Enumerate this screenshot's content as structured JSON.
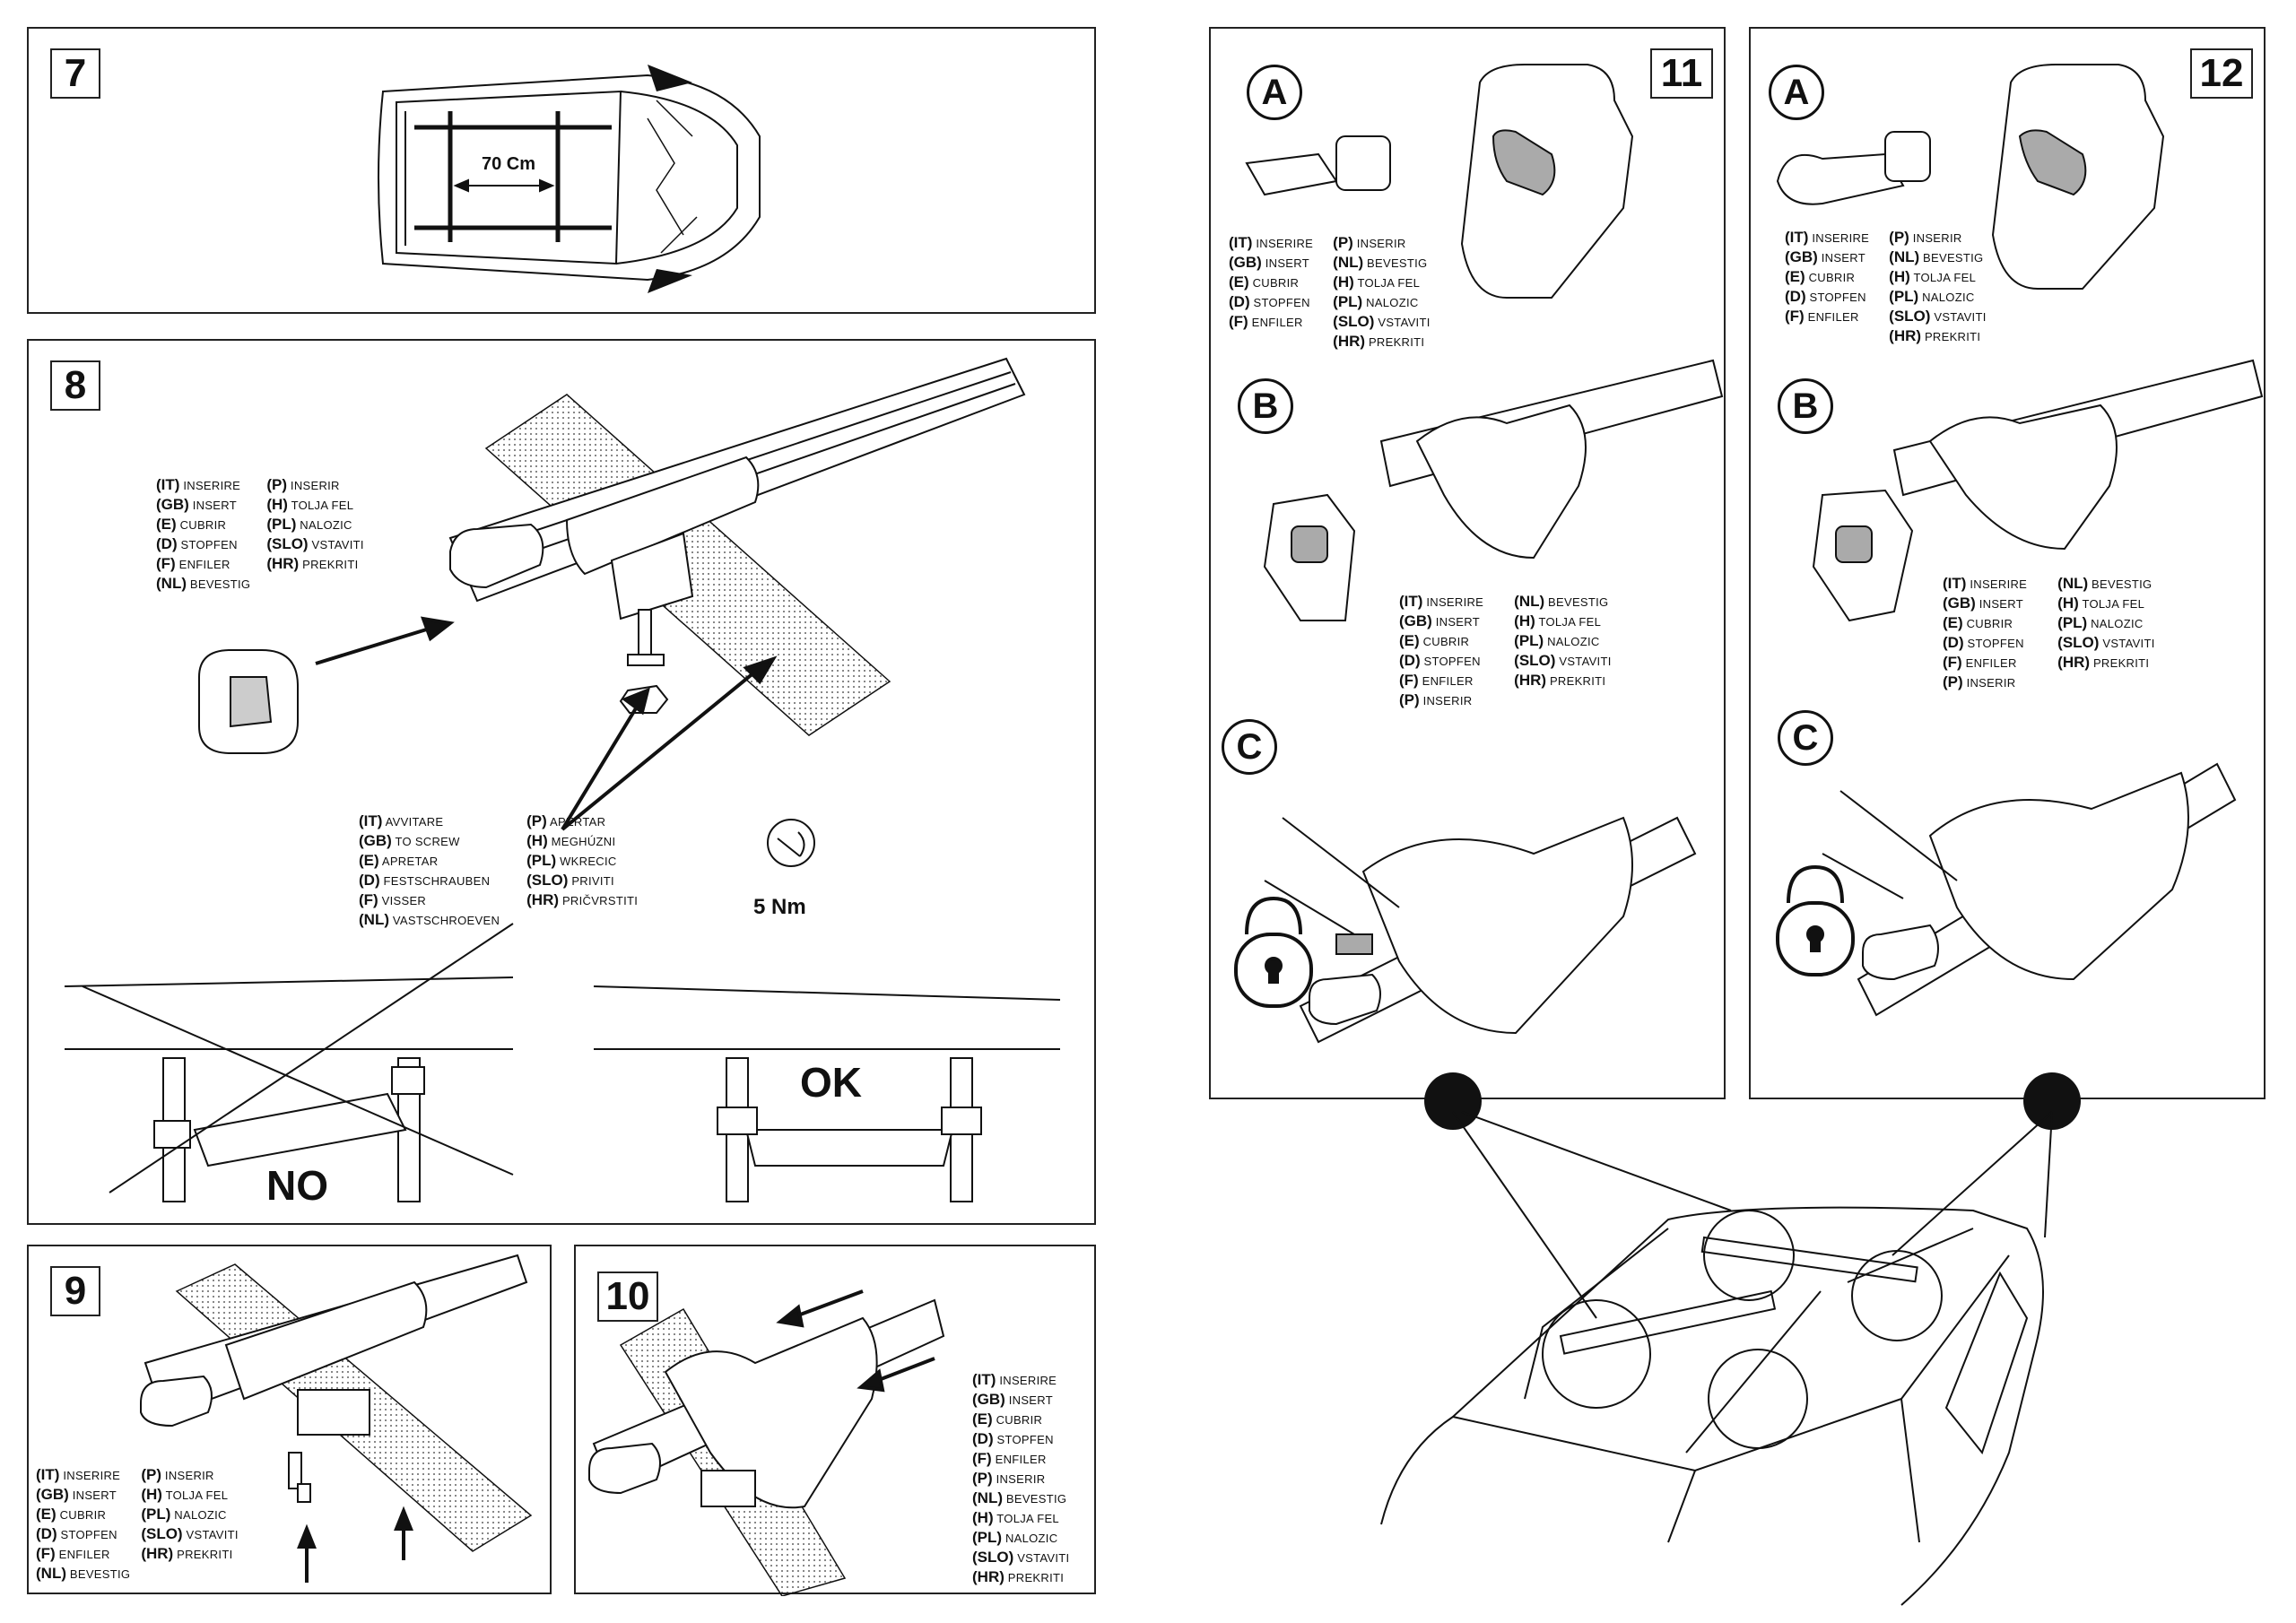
{
  "panels": {
    "p7": {
      "number": "7",
      "measure": "70 Cm"
    },
    "p8": {
      "number": "8",
      "torque": "5 Nm",
      "no_label": "NO",
      "ok_label": "OK"
    },
    "p9": {
      "number": "9"
    },
    "p10": {
      "number": "10"
    },
    "p11": {
      "number": "11",
      "steps": [
        "A",
        "B",
        "C"
      ]
    },
    "p12": {
      "number": "12",
      "steps": [
        "A",
        "B",
        "C"
      ]
    }
  },
  "legends": {
    "insert8": {
      "col1": [
        {
          "code": "(IT)",
          "text": "INSERIRE"
        },
        {
          "code": "(GB)",
          "text": "INSERT"
        },
        {
          "code": "(E)",
          "text": "CUBRIR"
        },
        {
          "code": "(D)",
          "text": "STOPFEN"
        },
        {
          "code": "(F)",
          "text": "ENFILER"
        },
        {
          "code": "(NL)",
          "text": "BEVESTIG"
        }
      ],
      "col2": [
        {
          "code": "(P)",
          "text": "INSERIR"
        },
        {
          "code": "(H)",
          "text": "TOLJA FEL"
        },
        {
          "code": "(PL)",
          "text": "NALOZIC"
        },
        {
          "code": "(SLO)",
          "text": "VSTAVITI"
        },
        {
          "code": "(HR)",
          "text": "PREKRITI"
        }
      ]
    },
    "screw8": {
      "col1": [
        {
          "code": "(IT)",
          "text": "AVVITARE"
        },
        {
          "code": "(GB)",
          "text": "TO SCREW"
        },
        {
          "code": "(E)",
          "text": "APRETAR"
        },
        {
          "code": "(D)",
          "text": "FESTSCHRAUBEN"
        },
        {
          "code": "(F)",
          "text": "VISSER"
        },
        {
          "code": "(NL)",
          "text": "VASTSCHROEVEN"
        }
      ],
      "col2": [
        {
          "code": "(P)",
          "text": "APERTAR"
        },
        {
          "code": "(H)",
          "text": "MEGHÚZNI"
        },
        {
          "code": "(PL)",
          "text": "WKRECIC"
        },
        {
          "code": "(SLO)",
          "text": "PRIVITI"
        },
        {
          "code": "(HR)",
          "text": "PRIČVRSTITI"
        }
      ]
    },
    "insert9": {
      "col1": [
        {
          "code": "(IT)",
          "text": "INSERIRE"
        },
        {
          "code": "(GB)",
          "text": "INSERT"
        },
        {
          "code": "(E)",
          "text": "CUBRIR"
        },
        {
          "code": "(D)",
          "text": "STOPFEN"
        },
        {
          "code": "(F)",
          "text": "ENFILER"
        },
        {
          "code": "(NL)",
          "text": "BEVESTIG"
        }
      ],
      "col2": [
        {
          "code": "(P)",
          "text": "INSERIR"
        },
        {
          "code": "(H)",
          "text": "TOLJA FEL"
        },
        {
          "code": "(PL)",
          "text": "NALOZIC"
        },
        {
          "code": "(SLO)",
          "text": "VSTAVITI"
        },
        {
          "code": "(HR)",
          "text": "PREKRITI"
        }
      ]
    },
    "insert10": {
      "col1": [
        {
          "code": "(IT)",
          "text": "INSERIRE"
        },
        {
          "code": "(GB)",
          "text": "INSERT"
        },
        {
          "code": "(E)",
          "text": "CUBRIR"
        },
        {
          "code": "(D)",
          "text": "STOPFEN"
        },
        {
          "code": "(F)",
          "text": "ENFILER"
        },
        {
          "code": "(P)",
          "text": "INSERIR"
        },
        {
          "code": "(NL)",
          "text": "BEVESTIG"
        },
        {
          "code": "(H)",
          "text": "TOLJA FEL"
        },
        {
          "code": "(PL)",
          "text": "NALOZIC"
        },
        {
          "code": "(SLO)",
          "text": "VSTAVITI"
        },
        {
          "code": "(HR)",
          "text": "PREKRITI"
        }
      ]
    },
    "insert11A": {
      "col1": [
        {
          "code": "(IT)",
          "text": "INSERIRE"
        },
        {
          "code": "(GB)",
          "text": "INSERT"
        },
        {
          "code": "(E)",
          "text": "CUBRIR"
        },
        {
          "code": "(D)",
          "text": "STOPFEN"
        },
        {
          "code": "(F)",
          "text": "ENFILER"
        }
      ],
      "col2": [
        {
          "code": "(P)",
          "text": "INSERIR"
        },
        {
          "code": "(NL)",
          "text": "BEVESTIG"
        },
        {
          "code": "(H)",
          "text": "TOLJA FEL"
        },
        {
          "code": "(PL)",
          "text": "NALOZIC"
        },
        {
          "code": "(SLO)",
          "text": "VSTAVITI"
        },
        {
          "code": "(HR)",
          "text": "PREKRITI"
        }
      ]
    },
    "insert11B": {
      "col1": [
        {
          "code": "(IT)",
          "text": "INSERIRE"
        },
        {
          "code": "(GB)",
          "text": "INSERT"
        },
        {
          "code": "(E)",
          "text": "CUBRIR"
        },
        {
          "code": "(D)",
          "text": "STOPFEN"
        },
        {
          "code": "(F)",
          "text": "ENFILER"
        },
        {
          "code": "(P)",
          "text": "INSERIR"
        }
      ],
      "col2": [
        {
          "code": "(NL)",
          "text": "BEVESTIG"
        },
        {
          "code": "(H)",
          "text": "TOLJA FEL"
        },
        {
          "code": "(PL)",
          "text": "NALOZIC"
        },
        {
          "code": "(SLO)",
          "text": "VSTAVITI"
        },
        {
          "code": "(HR)",
          "text": "PREKRITI"
        }
      ]
    },
    "insert12A": {
      "col1": [
        {
          "code": "(IT)",
          "text": "INSERIRE"
        },
        {
          "code": "(GB)",
          "text": "INSERT"
        },
        {
          "code": "(E)",
          "text": "CUBRIR"
        },
        {
          "code": "(D)",
          "text": "STOPFEN"
        },
        {
          "code": "(F)",
          "text": "ENFILER"
        }
      ],
      "col2": [
        {
          "code": "(P)",
          "text": "INSERIR"
        },
        {
          "code": "(NL)",
          "text": "BEVESTIG"
        },
        {
          "code": "(H)",
          "text": "TOLJA FEL"
        },
        {
          "code": "(PL)",
          "text": "NALOZIC"
        },
        {
          "code": "(SLO)",
          "text": "VSTAVITI"
        },
        {
          "code": "(HR)",
          "text": "PREKRITI"
        }
      ]
    },
    "insert12B": {
      "col1": [
        {
          "code": "(IT)",
          "text": "INSERIRE"
        },
        {
          "code": "(GB)",
          "text": "INSERT"
        },
        {
          "code": "(E)",
          "text": "CUBRIR"
        },
        {
          "code": "(D)",
          "text": "STOPFEN"
        },
        {
          "code": "(F)",
          "text": "ENFILER"
        },
        {
          "code": "(P)",
          "text": "INSERIR"
        }
      ],
      "col2": [
        {
          "code": "(NL)",
          "text": "BEVESTIG"
        },
        {
          "code": "(H)",
          "text": "TOLJA FEL"
        },
        {
          "code": "(PL)",
          "text": "NALOZIC"
        },
        {
          "code": "(SLO)",
          "text": "VSTAVITI"
        },
        {
          "code": "(HR)",
          "text": "PREKRITI"
        }
      ]
    }
  },
  "icons": {
    "padlock": "padlock-icon",
    "torque_wrench": "torque-wrench-icon",
    "end_cap": "end-cap-icon"
  }
}
